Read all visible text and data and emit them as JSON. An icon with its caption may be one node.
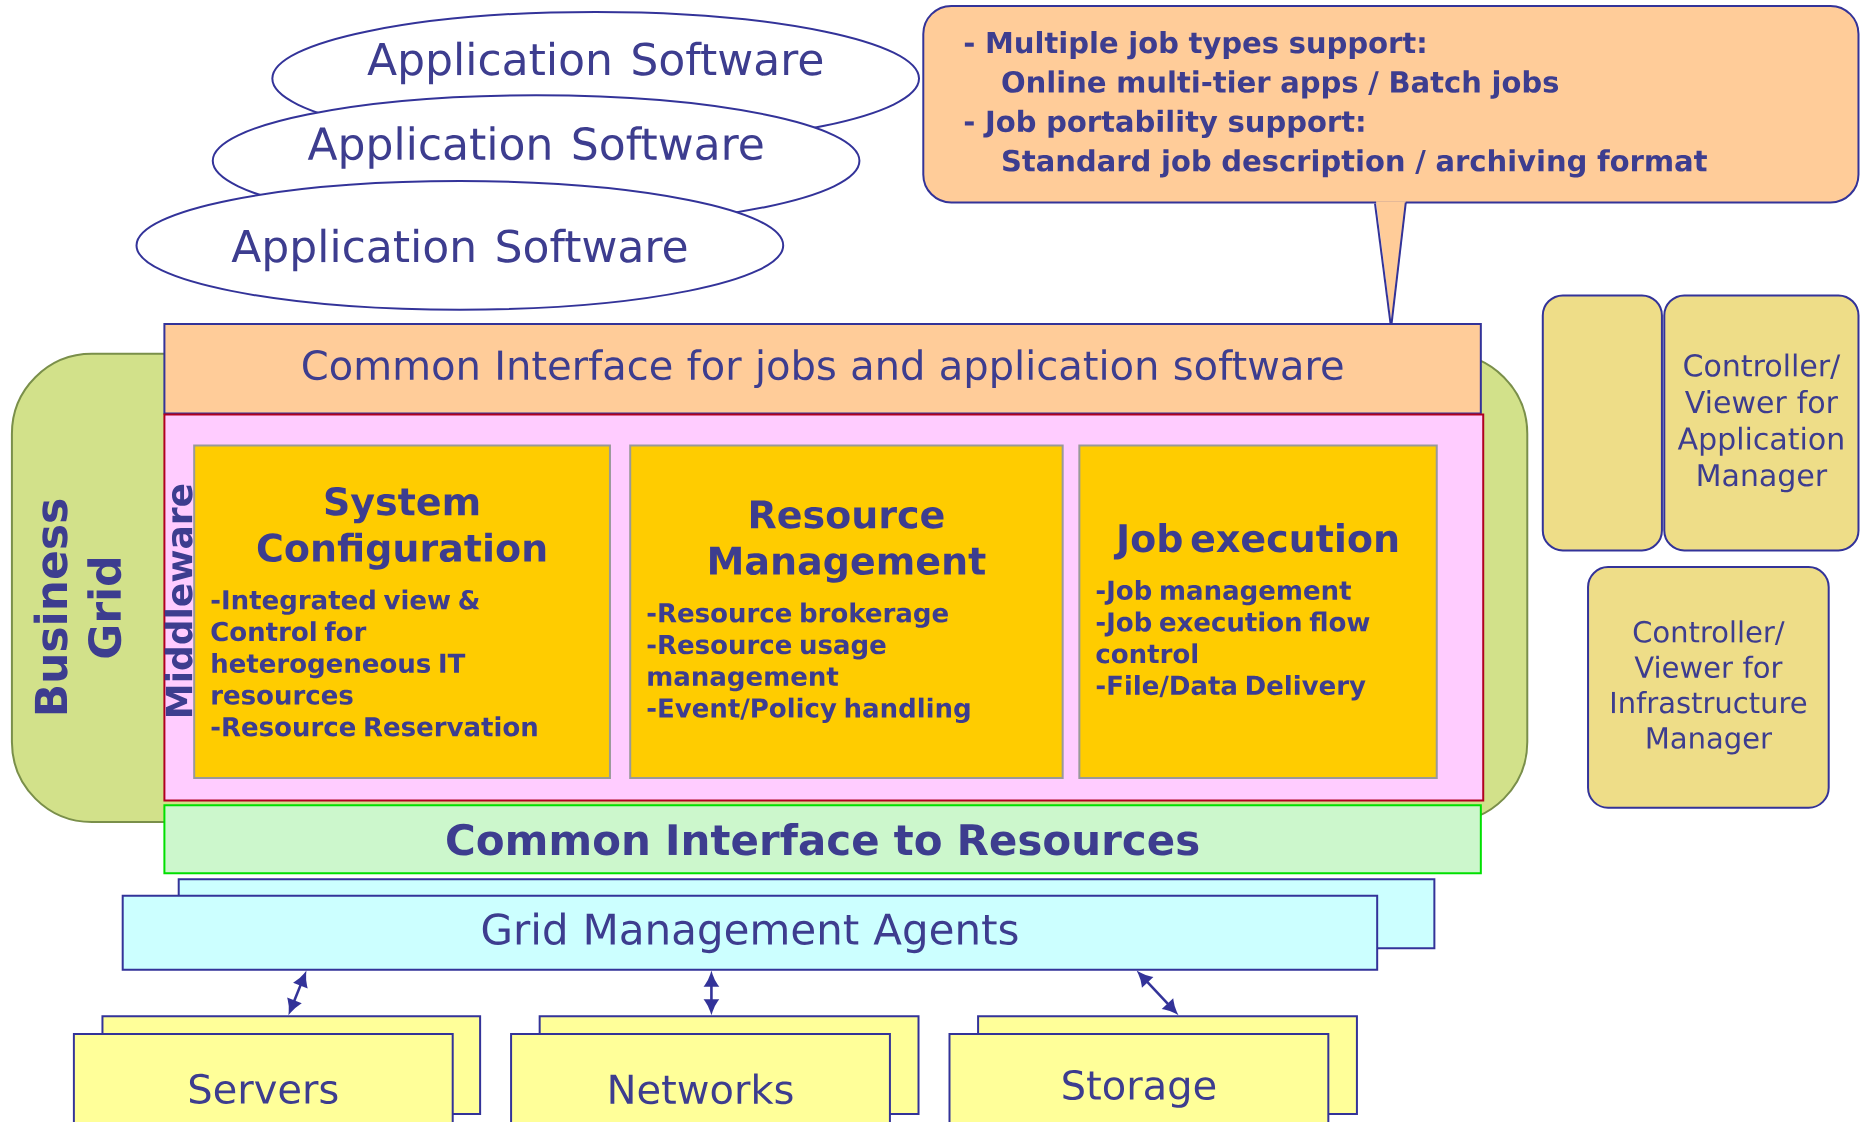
{
  "diagram": {
    "nodes": [
      {
        "text": [
          "- Multiple job types support:",
          "Online multi-tier apps / Batch jobs",
          "- Job portability support:",
          "Standard job description / archiving format"
        ]
      },
      {
        "text": [
          "Application Software"
        ]
      },
      {
        "text": [
          "Application Software"
        ]
      },
      {
        "text": [
          "Application Software"
        ]
      },
      {
        "text": [
          "Business Grid"
        ]
      },
      {
        "text": [
          "Common Interface for jobs and application software"
        ]
      },
      {
        "text": [
          "Middleware"
        ],
        "in": 4
      },
      {
        "text": [
          "System Configuration",
          "-Integrated view & Control for heterogeneous IT resources",
          "-Resource Reservation"
        ],
        "in": 6
      },
      {
        "text": [
          "Resource Management",
          "-Resource brokerage",
          "-Resource usage management",
          "-Event/Policy handling"
        ],
        "in": 6
      },
      {
        "text": [
          "Job execution",
          "-Job management",
          "-Job execution flow control",
          "-File/Data Delivery"
        ],
        "in": 6
      },
      {
        "text": [
          "Common Interface to Resources"
        ]
      },
      {
        "text": [
          "Grid Management Agents"
        ]
      },
      {
        "text": [
          "Servers"
        ]
      },
      {
        "text": [
          "Networks"
        ]
      },
      {
        "text": [
          "Storage"
        ]
      },
      {
        "text": [],
        "shape": "box"
      },
      {
        "text": [
          "Controller/ Viewer for Application Manager"
        ]
      },
      {
        "text": [
          "Controller/ Viewer for Infrastructure Manager"
        ]
      }
    ],
    "edges": [
      {
        "from": 0,
        "to": 5,
        "arrow": "none"
      },
      {
        "from": 12,
        "to": 11,
        "arrow": "both"
      },
      {
        "from": 13,
        "to": 11,
        "arrow": "both"
      },
      {
        "from": 14,
        "to": 11,
        "arrow": "both"
      }
    ]
  }
}
